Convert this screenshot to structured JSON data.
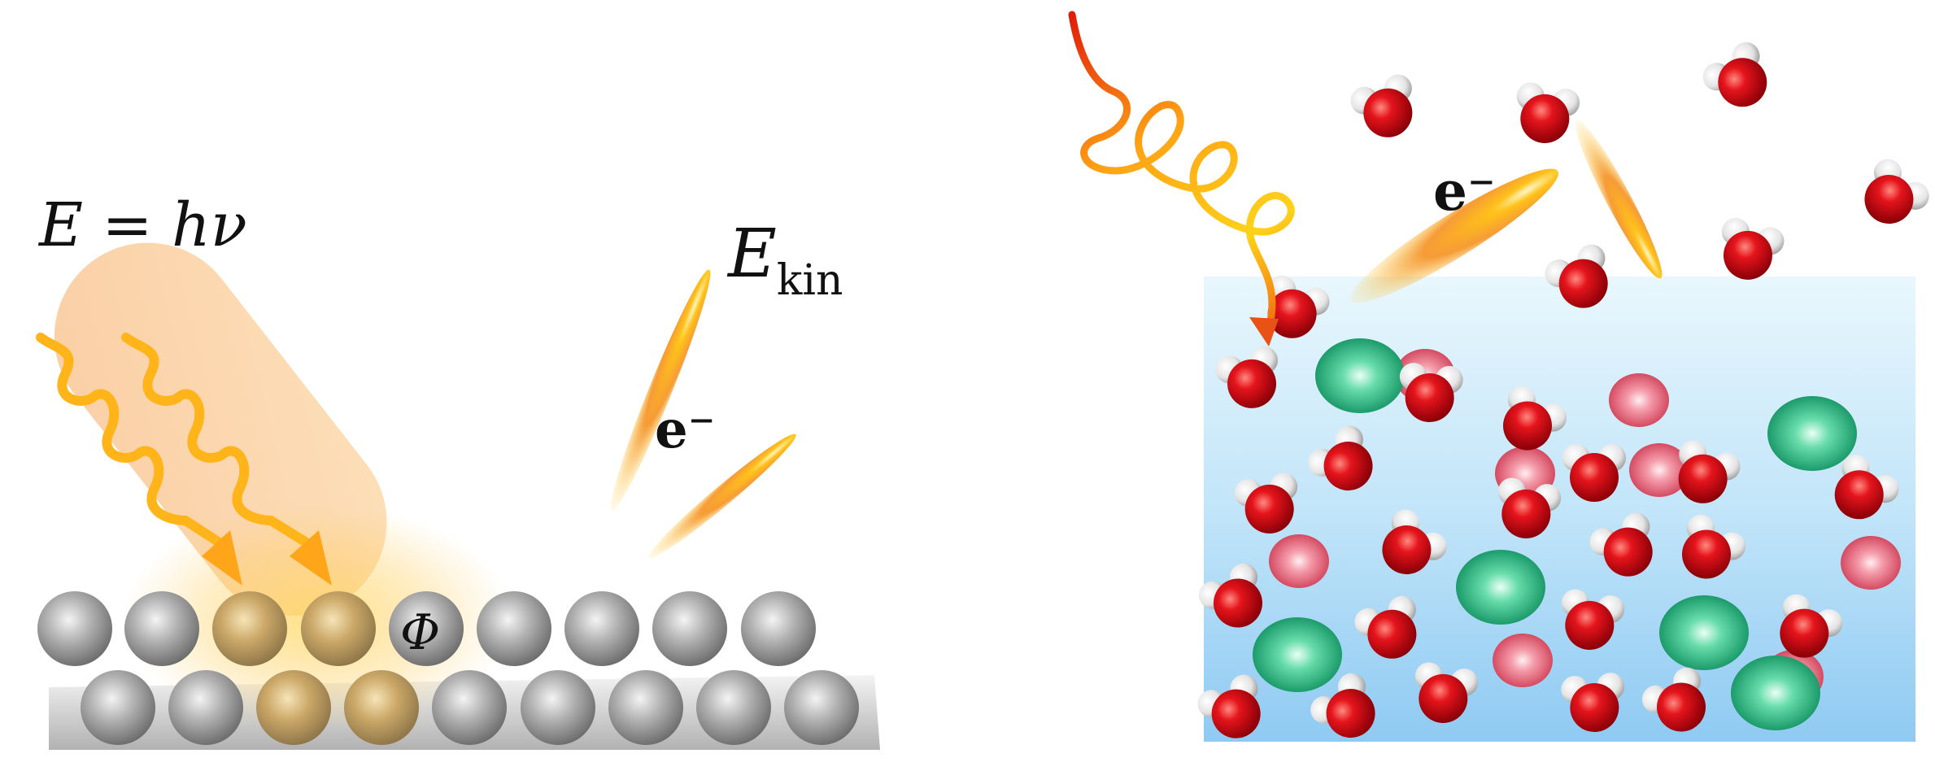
{
  "left_panel": {
    "photon_energy_label": "E = hν",
    "work_function_label": "Φ",
    "kinetic_energy_label": {
      "main": "E",
      "subscript": "kin"
    },
    "electron_label": "e⁻"
  },
  "right_panel": {
    "electron_label": "e⁻"
  },
  "colors": {
    "photon_gradient_start": "#e8250c",
    "photon_gradient_end": "#ffd21a",
    "beam_fill": "#f7b070",
    "metal_atom": "#9a9a9a",
    "illuminated_atom": "#c9a24a",
    "solution_top": "#e6f6fd",
    "solution_bottom": "#93cdf3",
    "oxygen": "#d8101a",
    "hydrogen": "#f2f2f2",
    "cation": "#e26478",
    "anion": "#24b77a"
  }
}
